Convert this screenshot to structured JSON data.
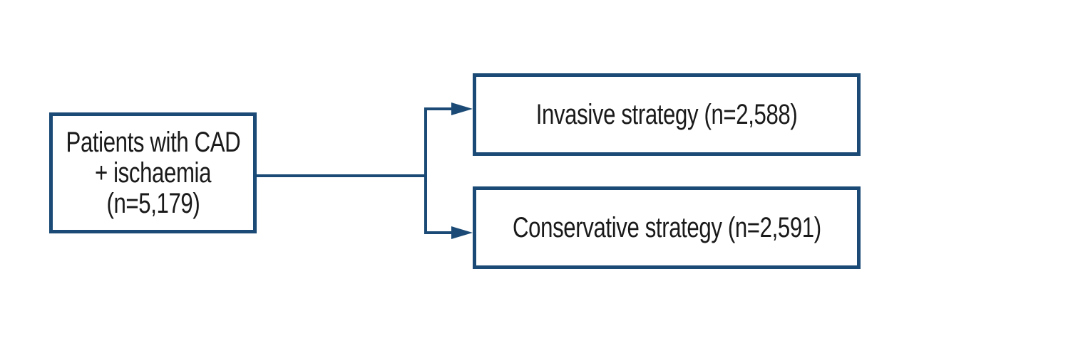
{
  "diagram": {
    "type": "flowchart",
    "root": {
      "lines": [
        "Patients with CAD",
        "+ ischaemia",
        "(n=5,179)"
      ]
    },
    "branches": [
      {
        "label": "Invasive strategy (n=2,588)"
      },
      {
        "label": "Conservative strategy (n=2,591)"
      }
    ],
    "colors": {
      "line": "#1a4a75",
      "box_border": "#1a4a75",
      "text": "#1a1a1a",
      "background": "#ffffff"
    }
  }
}
